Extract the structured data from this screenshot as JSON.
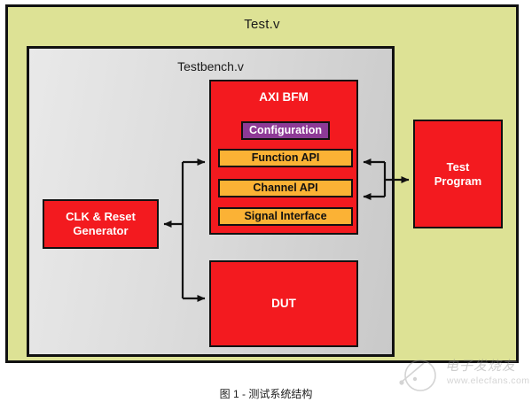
{
  "figure": {
    "caption": "图 1 - 测试系统结构"
  },
  "outer_container": {
    "title": "Test.v",
    "fill_color": "#dde295",
    "border_color": "#111111"
  },
  "testbench_container": {
    "title": "Testbench.v",
    "fill_color": "#dcdcdc",
    "border_color": "#111111"
  },
  "blocks": {
    "axi_bfm": {
      "label": "AXI BFM",
      "fill_color": "#f31a1f",
      "text_color": "#ffffff"
    },
    "configuration": {
      "label": "Configuration",
      "fill_color": "#8e3a96",
      "text_color": "#ffffff"
    },
    "function_api": {
      "label": "Function API",
      "fill_color": "#fbb235",
      "text_color": "#111111"
    },
    "channel_api": {
      "label": "Channel API",
      "fill_color": "#fbb235",
      "text_color": "#111111"
    },
    "signal_interface": {
      "label": "Signal Interface",
      "fill_color": "#fbb235",
      "text_color": "#111111"
    },
    "clk_reset_generator": {
      "label": "CLK & Reset Generator",
      "line1": "CLK & Reset",
      "line2": "Generator",
      "fill_color": "#f31a1f",
      "text_color": "#ffffff"
    },
    "dut": {
      "label": "DUT",
      "fill_color": "#f31a1f",
      "text_color": "#ffffff"
    },
    "test_program": {
      "label": "Test Program",
      "line1": "Test",
      "line2": "Program",
      "fill_color": "#f31a1f",
      "text_color": "#ffffff"
    }
  },
  "connectors": [
    {
      "name": "trunk-to-function-api",
      "from": "clk-reset-trunk",
      "to": "function_api",
      "direction": "right"
    },
    {
      "name": "trunk-to-clk-reset",
      "from": "clk-reset-trunk",
      "to": "clk_reset_generator",
      "direction": "left"
    },
    {
      "name": "trunk-to-dut",
      "from": "clk-reset-trunk",
      "to": "dut",
      "direction": "right"
    },
    {
      "name": "test-program-to-function-api",
      "from": "test_program",
      "to": "function_api",
      "direction": "left"
    },
    {
      "name": "test-program-to-channel-api",
      "from": "test_program",
      "to": "channel_api",
      "direction": "left"
    },
    {
      "name": "bus-to-test-program",
      "from": "api-bracket",
      "to": "test_program",
      "direction": "right"
    }
  ],
  "watermark": {
    "text_cn": "电子发烧友",
    "text_url": "www.elecfans.com"
  }
}
